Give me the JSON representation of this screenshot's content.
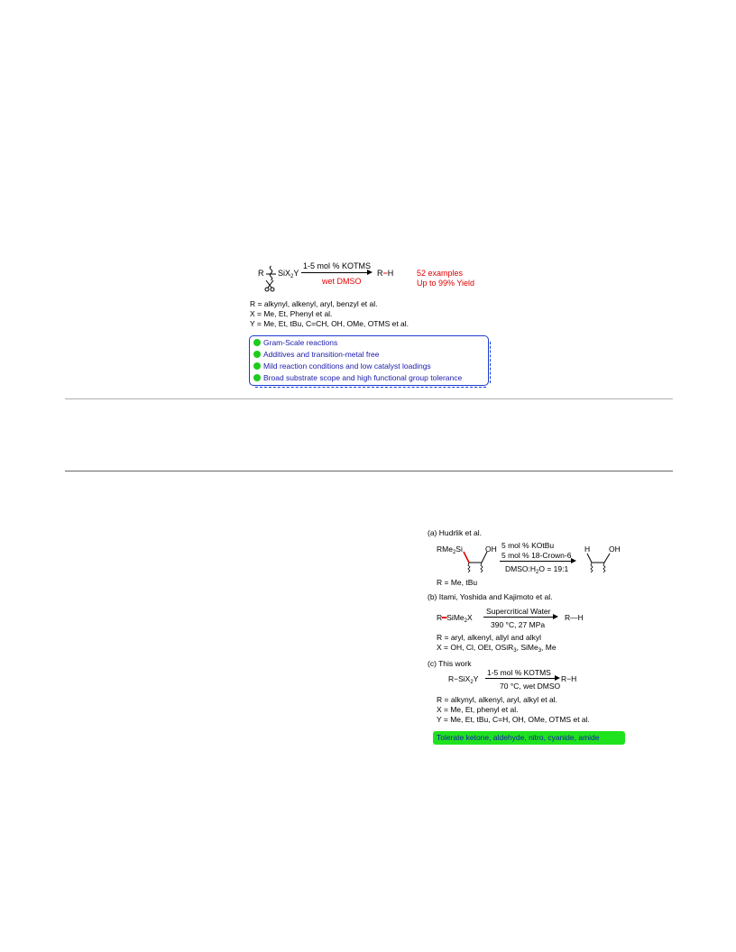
{
  "graphical_abstract": {
    "reactant": "R",
    "reactant_group": "SiX",
    "reactant_sub": "2",
    "reactant_tail": "Y",
    "condition_top": "1-5 mol % KOTMS",
    "condition_bottom": "wet DMSO",
    "product": "R",
    "product_h": "H",
    "stat_examples": "52 examples",
    "stat_yield": "Up to 99% Yield",
    "def_r": "R = alkynyl, alkenyl, aryl, benzyl et al.",
    "def_x": "X = Me, Et, Phenyl et al.",
    "def_y": "Y = Me, Et, tBu, C=CH, OH, OMe, OTMS et al.",
    "features": [
      "Gram-Scale reactions",
      "Additives and transition-metal free",
      "Mild reaction conditions and low catalyst loadings",
      "Broad substrate scope and high functional group tolerance"
    ]
  },
  "scheme": {
    "a": {
      "heading": "(a) Hudrlik et al.",
      "reactant": "RMe",
      "reactant_sub": "2",
      "reactant_si": "Si",
      "reactant_oh": "OH",
      "cond1": "5 mol % KOtBu",
      "cond2": "5 mol % 18-Crown-6",
      "cond3": "DMSO:H",
      "cond3_sub": "2",
      "cond3_tail": "O = 19:1",
      "product_h": "H",
      "product_oh": "OH",
      "r_def": "R = Me, tBu"
    },
    "b": {
      "heading": "(b) Itami, Yoshida and Kajimoto et al.",
      "reactant_r": "R",
      "reactant_si": "SiMe",
      "reactant_sub": "2",
      "reactant_x": "X",
      "cond_top": "Supercritical Water",
      "cond_bottom": "390 °C, 27 MPa",
      "product": "R",
      "product_h": "H",
      "r_def": "R = aryl, alkenyl, allyl and alkyl",
      "x_def_pre": "X = OH, Cl, OEt, OSiR",
      "x_def_sub": "3",
      "x_def_mid": ", SiMe",
      "x_def_sub2": "3",
      "x_def_tail": ", Me"
    },
    "c": {
      "heading": "(c) This work",
      "reactant": "R",
      "reactant_si": "SiX",
      "reactant_sub": "2",
      "reactant_y": "Y",
      "cond_top": "1-5 mol % KOTMS",
      "cond_bottom_pre": "70 °C, wet DMSO",
      "product": "R",
      "product_h": "H",
      "r_def": "R = alkynyl, alkenyl, aryl, alkyl et al.",
      "x_def": "X = Me, Et, phenyl et al.",
      "y_def": "Y = Me, Et, tBu, C=H, OH, OMe, OTMS et al.",
      "tolerance": "Tolerate ketone, aldehyde, nitro, cyanide, amide"
    }
  },
  "colors": {
    "red": "#e00000",
    "blue": "#1a1aaa",
    "box_border": "#1a3cd0",
    "green": "#1fe21f",
    "dot_green": "#1ecb1e",
    "rule_top": "#b0b0b0",
    "rule_bottom": "#666666"
  }
}
